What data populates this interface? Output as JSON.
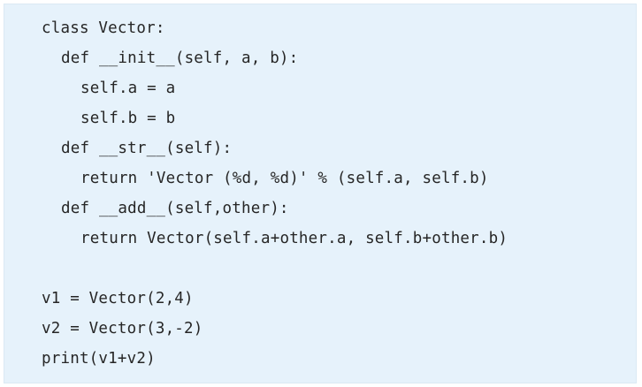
{
  "code": {
    "lines": [
      {
        "text": "class Vector:"
      },
      {
        "text": "def __init__(self, a, b):"
      },
      {
        "text": "self.a = a"
      },
      {
        "text": "self.b = b"
      },
      {
        "text": "def __str__(self):"
      },
      {
        "text": "return 'Vector (%d, %d)' % (self.a, self.b)"
      },
      {
        "text": "def __add__(self,other):"
      },
      {
        "text": "return Vector(self.a+other.a, self.b+other.b)"
      },
      {
        "text": ""
      },
      {
        "text": "v1 = Vector(2,4)"
      },
      {
        "text": "v2 = Vector(3,-2)"
      },
      {
        "text": "print(v1+v2)"
      }
    ]
  }
}
